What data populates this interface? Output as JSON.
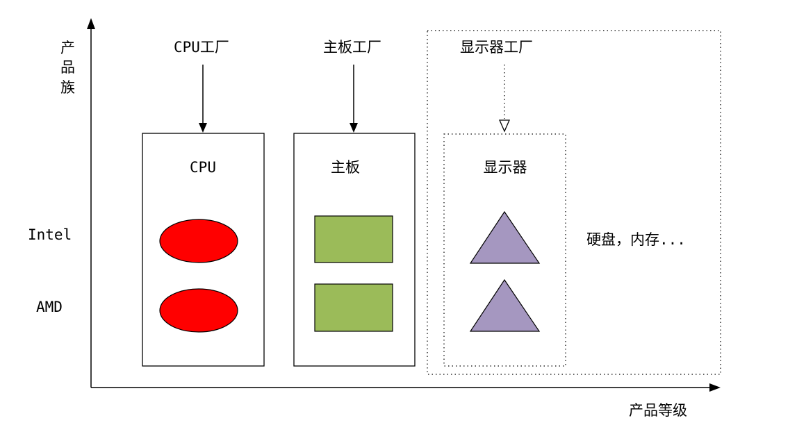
{
  "axes": {
    "y_label": [
      "产",
      "品",
      "族"
    ],
    "x_label": "产品等级"
  },
  "rows": {
    "intel": "Intel",
    "amd": "AMD"
  },
  "factories": {
    "cpu": {
      "factory_label": "CPU工厂",
      "product_label": "CPU"
    },
    "motherboard": {
      "factory_label": "主板工厂",
      "product_label": "主板"
    },
    "display": {
      "factory_label": "显示器工厂",
      "product_label": "显示器"
    }
  },
  "more_label": "硬盘，内存...",
  "colors": {
    "cpu_shape": "#ff0000",
    "motherboard_shape": "#9bbb59",
    "display_shape": "#a597c0",
    "lines": "#000000"
  },
  "shape_names": {
    "cpu": "ellipse",
    "motherboard": "rectangle",
    "display": "triangle"
  }
}
